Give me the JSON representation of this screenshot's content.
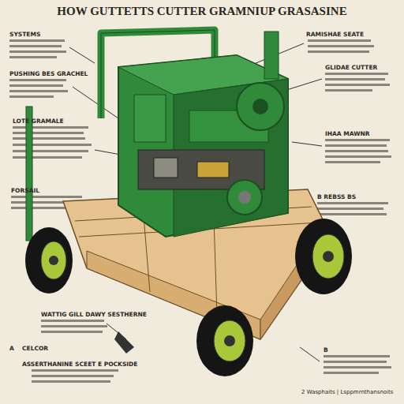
{
  "diagram": {
    "title": "HOW GUTTETTS CUTTER GRAMNIUP GRASASINE",
    "labels": [
      "SYSTEMS",
      "PUSHING BES GRACHEL",
      "LOTE GRAMALE",
      "FORSAIL",
      "WATTIG GILL DAWY SESTHERNE",
      "A",
      "CELCOR",
      "ASSERTHANINE SCEET E POCKSIDE",
      "RAMISHAE SEATE",
      "GLIDAE CUTTER",
      "IHAA MAWNR",
      "B REBSS BS",
      "B",
      "2 Wasphaits | Lsppmrnthansnoits"
    ]
  }
}
